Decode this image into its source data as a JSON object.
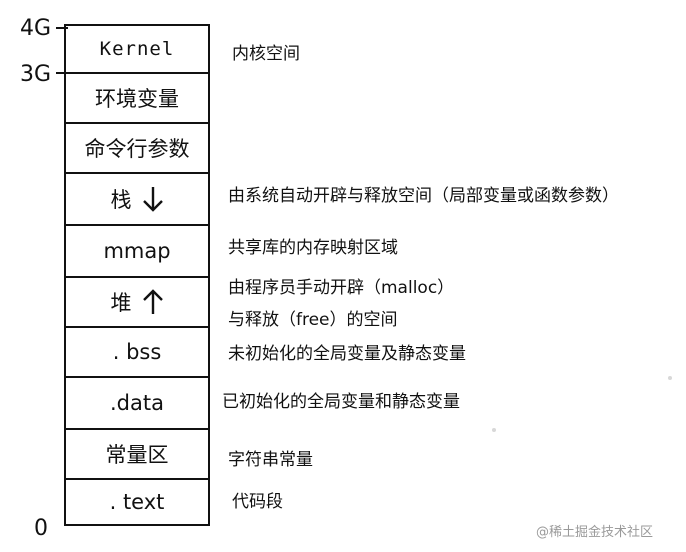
{
  "addresses": {
    "top": "4G",
    "kernel_boundary": "3G",
    "bottom": "0"
  },
  "segments": [
    {
      "label": "Kernel",
      "description": "内核空间"
    },
    {
      "label": "环境变量",
      "description": ""
    },
    {
      "label": "命令行参数",
      "description": ""
    },
    {
      "label": "栈",
      "arrow": "down",
      "description": "由系统自动开辟与释放空间（局部变量或函数参数）"
    },
    {
      "label": "mmap",
      "description": "共享库的内存映射区域"
    },
    {
      "label": "堆",
      "arrow": "up",
      "description_line1": "由程序员手动开辟（malloc）",
      "description_line2": "与释放（free）的空间"
    },
    {
      "label": ". bss",
      "description": "未初始化的全局变量及静态变量"
    },
    {
      "label": ".data",
      "description": "已初始化的全局变量和静态变量"
    },
    {
      "label": "常量区",
      "description": "字符串常量"
    },
    {
      "label": ". text",
      "description": "代码段"
    }
  ],
  "watermark": "@稀土掘金技术社区"
}
